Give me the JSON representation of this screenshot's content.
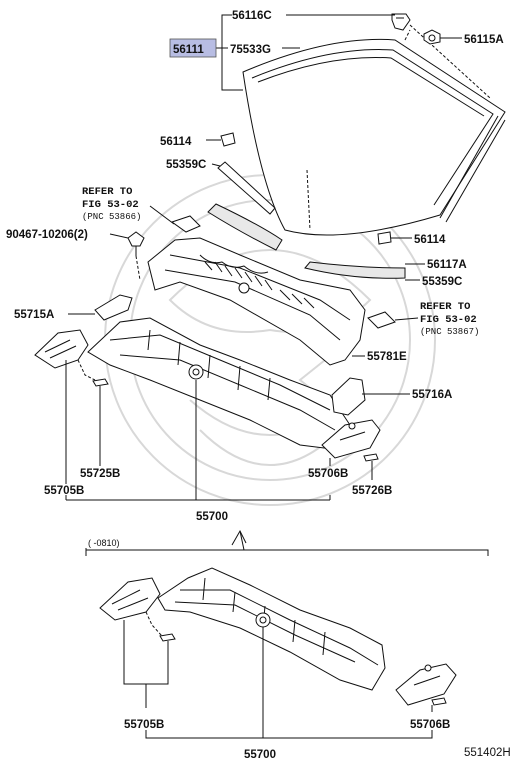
{
  "labels": {
    "p56116C": "56116C",
    "p56115A": "56115A",
    "p56111": "56111",
    "p75533G": "75533G",
    "p56114_top": "56114",
    "p55359C_top": "55359C",
    "ref1_line1": "REFER TO",
    "ref1_line2": "FIG 53-02",
    "ref1_line3": "(PNC 53866)",
    "p90467": "90467-10206(2)",
    "p56114_mid": "56114",
    "p56117A": "56117A",
    "p55359C_mid": "55359C",
    "p55715A": "55715A",
    "ref2_line1": "REFER TO",
    "ref2_line2": "FIG 53-02",
    "ref2_line3": "(PNC 53867)",
    "p55781E": "55781E",
    "p55716A": "55716A",
    "p55725B": "55725B",
    "p55706B_top": "55706B",
    "p55705B_top": "55705B",
    "p55726B": "55726B",
    "p55700_top": "55700",
    "range_note": "(      -0810)",
    "p55705B_bottom": "55705B",
    "p55706B_bottom": "55706B",
    "p55700_bottom": "55700",
    "figure_code": "551402H"
  },
  "colors": {
    "highlight": "#b8bde3",
    "line": "#111111",
    "watermark": "#d8d8d8"
  }
}
